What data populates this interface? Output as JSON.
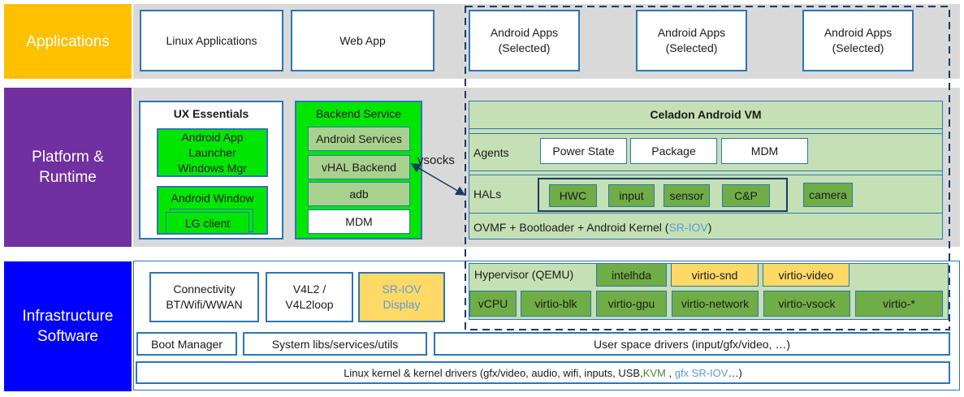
{
  "layers": {
    "applications": "Applications",
    "platform": [
      "Platform &",
      "Runtime"
    ],
    "infrastructure": [
      "Infrastructure",
      "Software"
    ]
  },
  "apps": {
    "linux": "Linux Applications",
    "web": "Web App",
    "android": [
      {
        "line1": "Android Apps",
        "line2": "(Selected)"
      },
      {
        "line1": "Android Apps",
        "line2": "(Selected)"
      },
      {
        "line1": "Android Apps",
        "line2": "(Selected)"
      }
    ]
  },
  "ux": {
    "title": "UX Essentials",
    "launcher": [
      "Android App",
      "Launcher",
      "Windows Mgr"
    ],
    "window_title": "Android Window",
    "lg_client": "LG client"
  },
  "backend": {
    "title": "Backend Service",
    "items": [
      "Android Services",
      "vHAL  Backend",
      "adb"
    ],
    "mdm": "MDM"
  },
  "vsocks": "vsocks",
  "celadon": {
    "title": "Celadon Android VM",
    "agents_label": "Agents",
    "agents": [
      "Power State",
      "Package",
      "MDM"
    ],
    "hals_label": "HALs",
    "hals": [
      "HWC",
      "input",
      "sensor",
      "C&P"
    ],
    "camera": "camera",
    "ovmf_prefix": "OVMF  + Bootloader  + Android Kernel (",
    "ovmf_highlight": "SR-IOV",
    "ovmf_suffix": ")"
  },
  "hypervisor": {
    "label": "Hypervisor (QEMU)",
    "top": [
      "intelhda",
      "virtio-snd",
      "virtio-video"
    ],
    "bottom": [
      "vCPU",
      "virtio-blk",
      "virtio-gpu",
      "virtio-network",
      "virtio-vsock",
      "virtio-*"
    ]
  },
  "infra": {
    "connectivity": [
      "Connectivity",
      "BT/Wifi/WWAN"
    ],
    "v4l2": [
      "V4L2 /",
      "V4L2loop"
    ],
    "sriov_display": [
      "SR-IOV",
      "Display"
    ],
    "boot_manager": "Boot Manager",
    "system_libs": "System libs/services/utils",
    "user_space": "User space drivers (input/gfx/video, …)",
    "kernel_prefix": "Linux kernel & kernel drivers (gfx/video, audio, wifi, inputs, USB,",
    "kernel_kvm": "KVM",
    "kernel_sep": " , ",
    "kernel_gfx": "gfx SR-IOV",
    "kernel_suffix": "…)"
  },
  "colors": {
    "applications": "#ffc000",
    "platform": "#7030a0",
    "infrastructure": "#0000ff",
    "band": "#d9d9d9",
    "bright_green": "#00e600",
    "light_green": "#a9d18e",
    "dark_green": "#70ad47",
    "yellow": "#ffd966",
    "border_blue": "#2e75b6",
    "dashed": "#1f3864"
  }
}
